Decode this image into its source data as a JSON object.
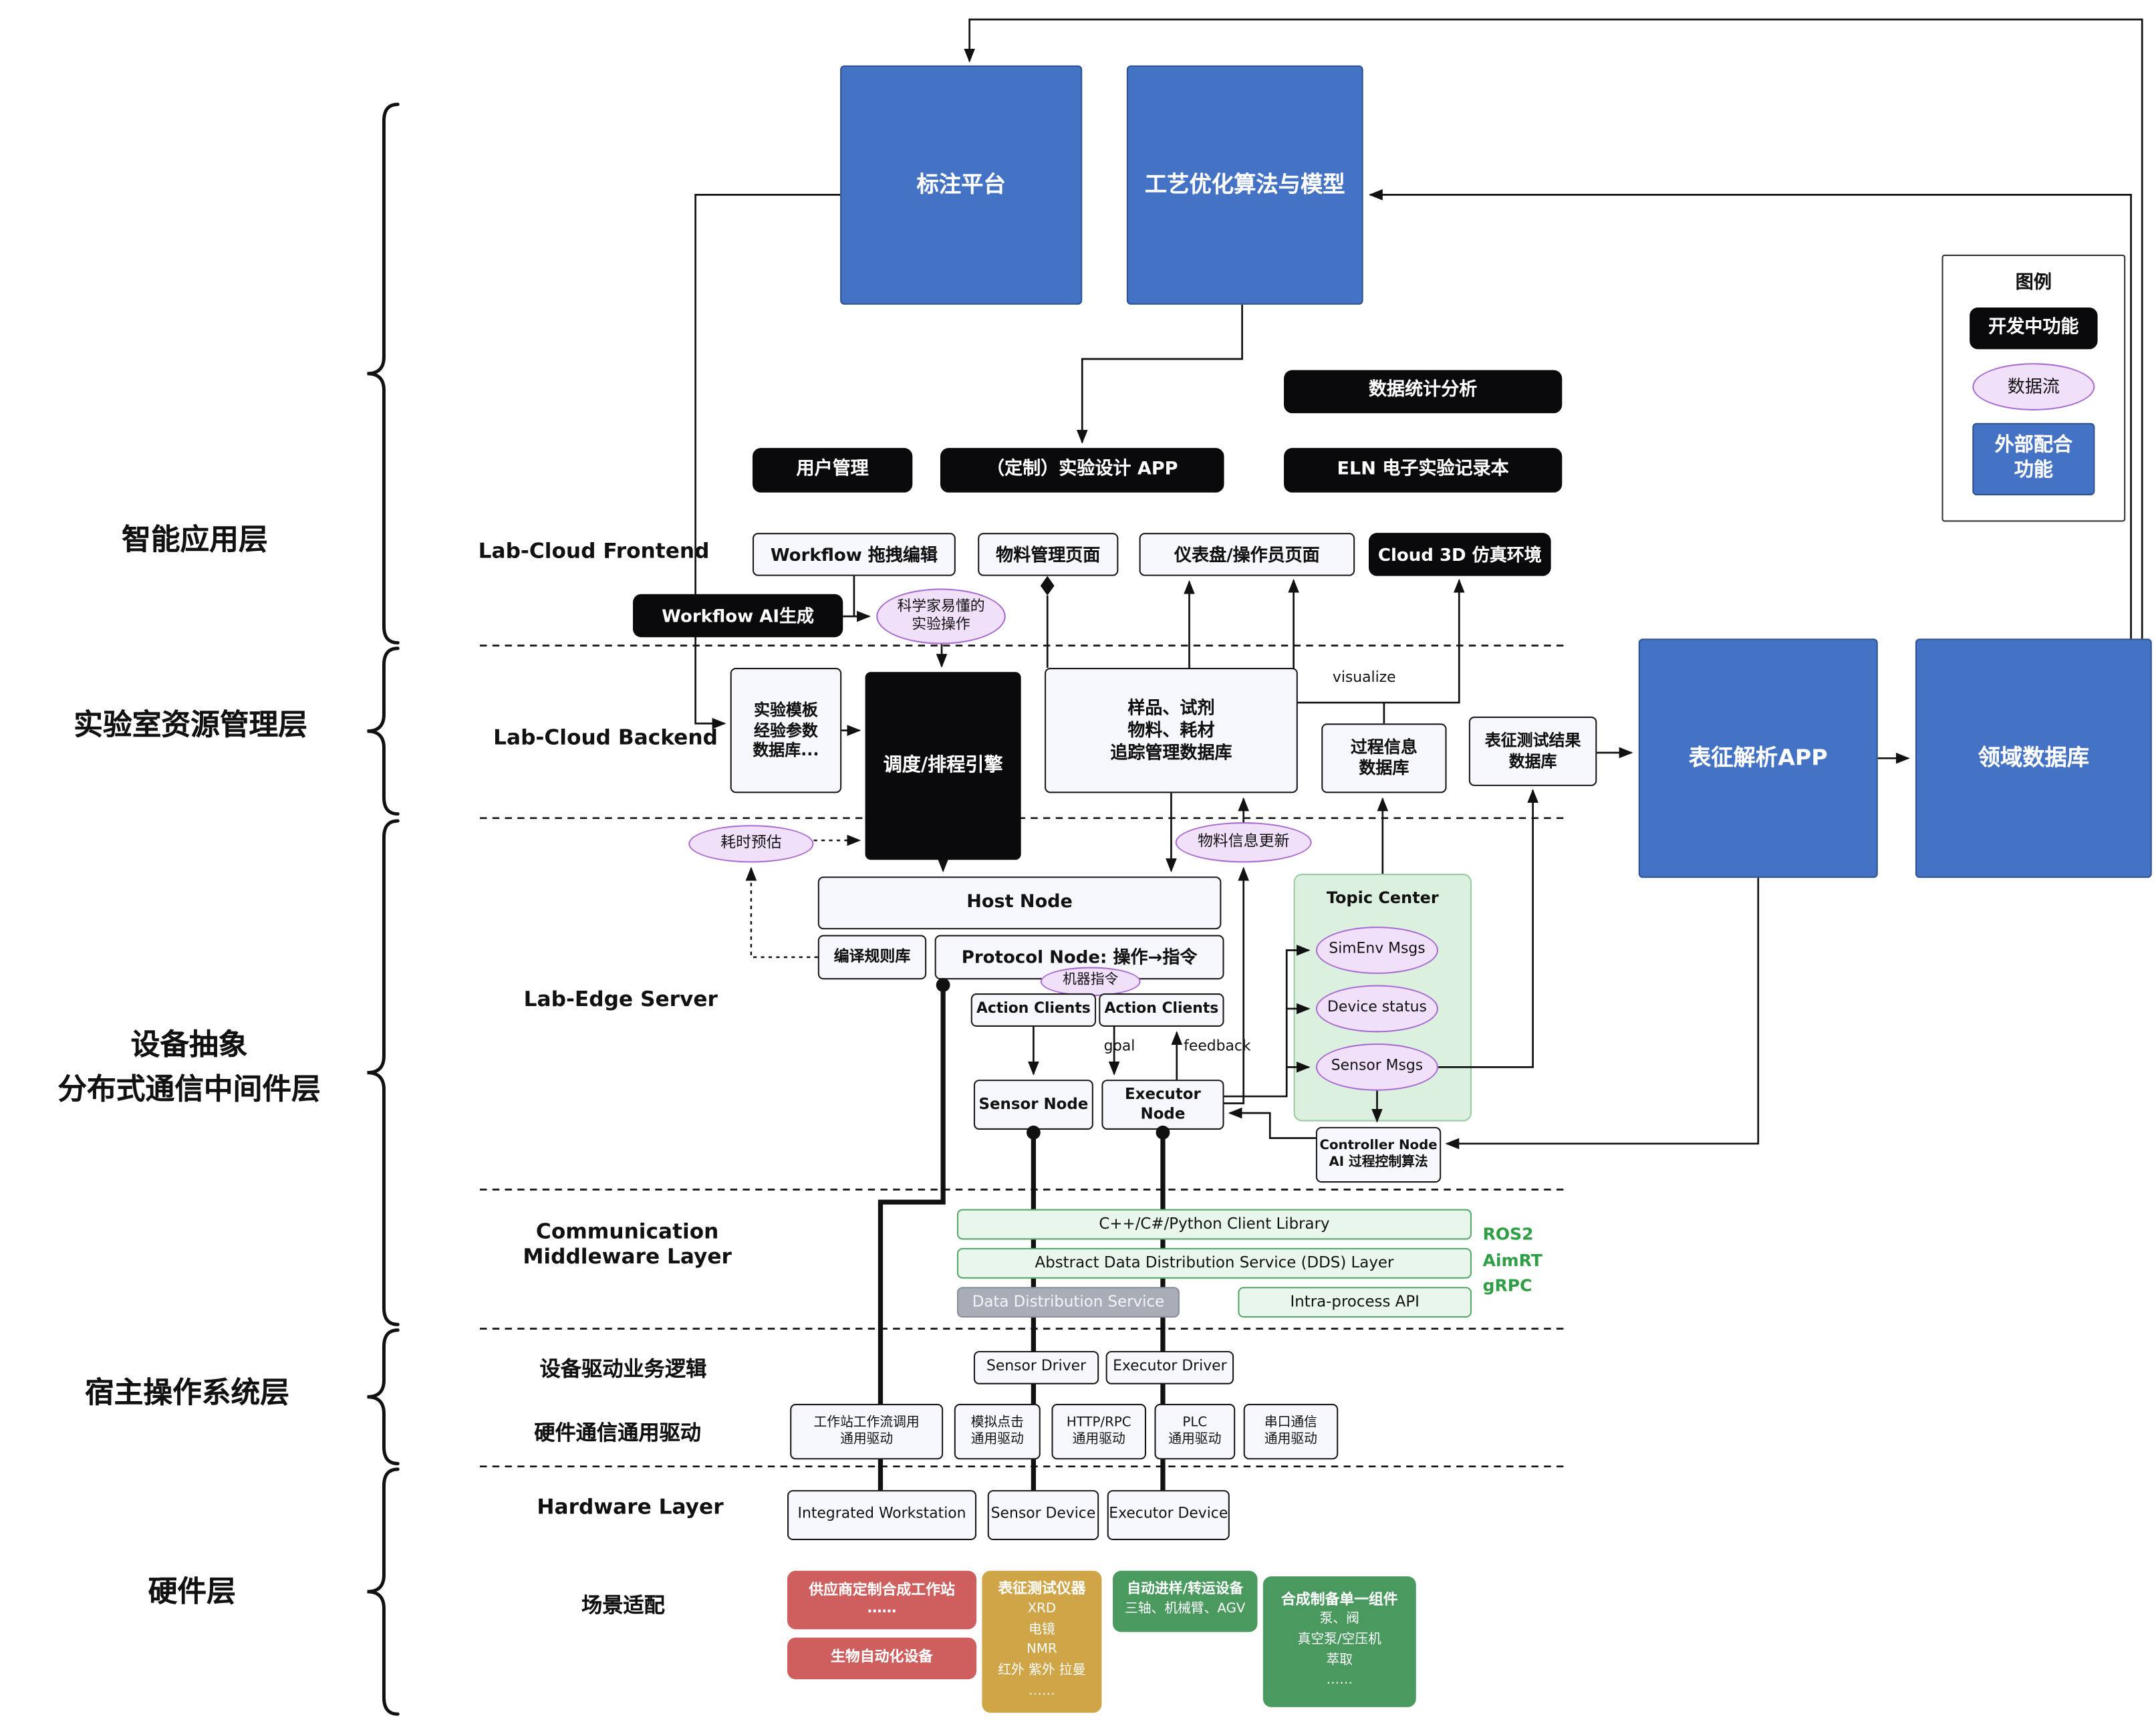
{
  "top": {
    "annotation_platform": "标注平台",
    "process_optimization": "工艺优化算法与模型"
  },
  "legend": {
    "title": "图例",
    "in_development": "开发中功能",
    "data_flow": "数据流",
    "external_function": "外部配合\n功能"
  },
  "apps": {
    "data_stats": "数据统计分析",
    "user_mgmt": "用户管理",
    "exp_design": "（定制）实验设计 APP",
    "eln": "ELN 电子实验记录本"
  },
  "frontend": {
    "label": "Lab-Cloud Frontend",
    "workflow_editor": "Workflow 拖拽编辑",
    "material_page": "物料管理页面",
    "dashboard_page": "仪表盘/操作员页面",
    "cloud_3d": "Cloud 3D 仿真环境",
    "workflow_ai": "Workflow AI生成",
    "sci_ops": "科学家易懂的\n实验操作"
  },
  "backend": {
    "label": "Lab-Cloud Backend",
    "template_db": "实验模板\n经验参数\n数据库...",
    "scheduler": "调度/排程引擎",
    "sample_db": "样品、试剂\n物料、耗材\n追踪管理数据库",
    "process_db": "过程信息\n数据库",
    "result_db": "表征测试结果\n数据库",
    "visualize": "visualize",
    "char_app": "表征解析APP",
    "domain_db": "领域数据库",
    "time_estimate": "耗时预估",
    "material_update": "物料信息更新"
  },
  "edge": {
    "label": "Lab-Edge Server",
    "host_node": "Host Node",
    "compile_rules": "编译规则库",
    "protocol_node": "Protocol Node: 操作→指令",
    "machine_cmd": "机器指令",
    "action_clients_left": "Action Clients",
    "action_clients_right": "Action Clients",
    "goal": "goal",
    "feedback": "feedback",
    "sensor_node": "Sensor Node",
    "executor_node": "Executor Node",
    "topic_center": "Topic Center",
    "simenv_msgs": "SimEnv Msgs",
    "device_status": "Device status",
    "sensor_msgs": "Sensor Msgs",
    "controller_node": "Controller Node\nAI 过程控制算法"
  },
  "middleware": {
    "label": "Communication\nMiddleware Layer",
    "client_library": "C++/C#/Python Client Library",
    "dds_abstract": "Abstract Data Distribution Service (DDS) Layer",
    "dds_service": "Data Distribution Service",
    "intra_process": "Intra-process API",
    "frameworks": "ROS2\nAimRT\ngRPC"
  },
  "os": {
    "driver_logic_label": "设备驱动业务逻辑",
    "sensor_driver": "Sensor Driver",
    "executor_driver": "Executor Driver",
    "hw_driver_label": "硬件通信通用驱动",
    "ws_driver": "工作站工作流调用\n通用驱动",
    "click_driver": "模拟点击\n通用驱动",
    "http_driver": "HTTP/RPC\n通用驱动",
    "plc_driver": "PLC\n通用驱动",
    "serial_driver": "串口通信\n通用驱动"
  },
  "hardware": {
    "label": "Hardware Layer",
    "integrated_ws": "Integrated Workstation",
    "sensor_device": "Sensor Device",
    "executor_device": "Executor Device",
    "scenario_label": "场景适配",
    "vendor_ws": "供应商定制合成工作站\n……",
    "bio_equipment": "生物自动化设备",
    "char_title": "表征测试仪器",
    "char_items": "XRD\n电镜\nNMR\n红外 紫外 拉曼\n……",
    "transfer_title": "自动进样/转运设备",
    "transfer_items": "三轴、机械臂、AGV",
    "component_title": "合成制备单一组件",
    "component_items": "泵、阀\n真空泵/空压机\n萃取\n……"
  },
  "layers": {
    "app": "智能应用层",
    "resource": "实验室资源管理层",
    "device_mw": "设备抽象\n分布式通信中间件层",
    "host_os": "宿主操作系统层",
    "hardware": "硬件层"
  },
  "colors": {
    "external_blue": "#4472c4",
    "dev_black": "#000000",
    "data_flow_fill": "#f0e0fa",
    "data_flow_border": "#a86bd1",
    "middleware_green_fill": "#e9f6ec",
    "middleware_green_border": "#57a86b",
    "topic_center_fill": "#dcf0df",
    "disabled_gray": "#a8adb8",
    "red_box": "#cf5f5f",
    "gold_box": "#cfa548",
    "green_box": "#4a9a60",
    "framework_text": "#2f9e44"
  }
}
